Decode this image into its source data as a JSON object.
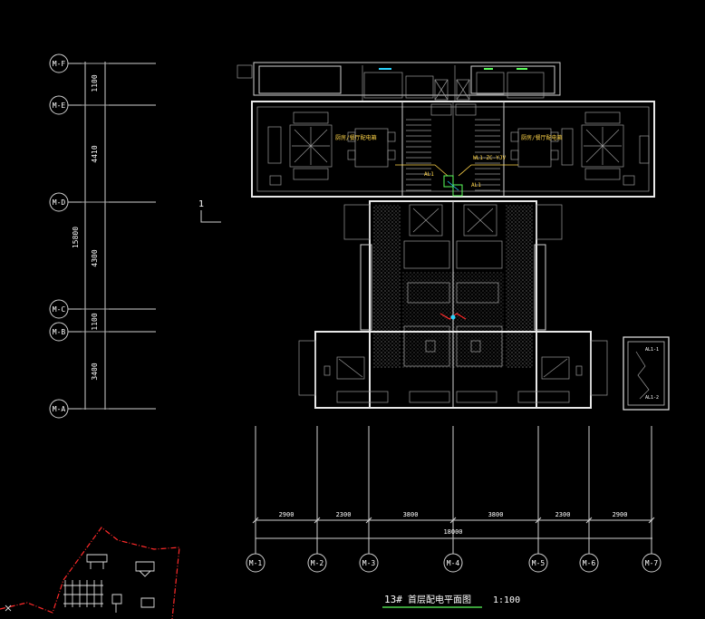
{
  "drawing": {
    "title_number": "13#",
    "title_text": "首层配电平面图",
    "scale": "1:100",
    "section_mark": "1"
  },
  "left_axis": {
    "labels": [
      "M-F",
      "M-E",
      "M-D",
      "M-C",
      "M-B",
      "M-A"
    ],
    "dims": [
      "1100",
      "4410",
      "4300",
      "1100",
      "3400"
    ],
    "total": "15800"
  },
  "bottom_axis": {
    "labels": [
      "M-1",
      "M-2",
      "M-3",
      "M-4",
      "M-5",
      "M-6",
      "M-7"
    ],
    "dims": [
      "2900",
      "2300",
      "3800",
      "3800",
      "2300",
      "2900"
    ],
    "total": "18000"
  },
  "annotations": {
    "left_unit_note": "厨房/餐厅配电箱",
    "right_unit_note": "厨房/餐厅配电箱",
    "cable_note": "WL1-ZC-YJV",
    "al_left": "AL1",
    "al_right": "AL1",
    "panel_top": "AL1-1",
    "panel_bottom": "AL1-2"
  },
  "colors": {
    "background": "#000000",
    "line": "#d0d0d0",
    "yellow": "#ffd54a",
    "green": "#5dff5d",
    "red_boundary": "#ff2a2a",
    "cyan": "#2ad4ff"
  }
}
